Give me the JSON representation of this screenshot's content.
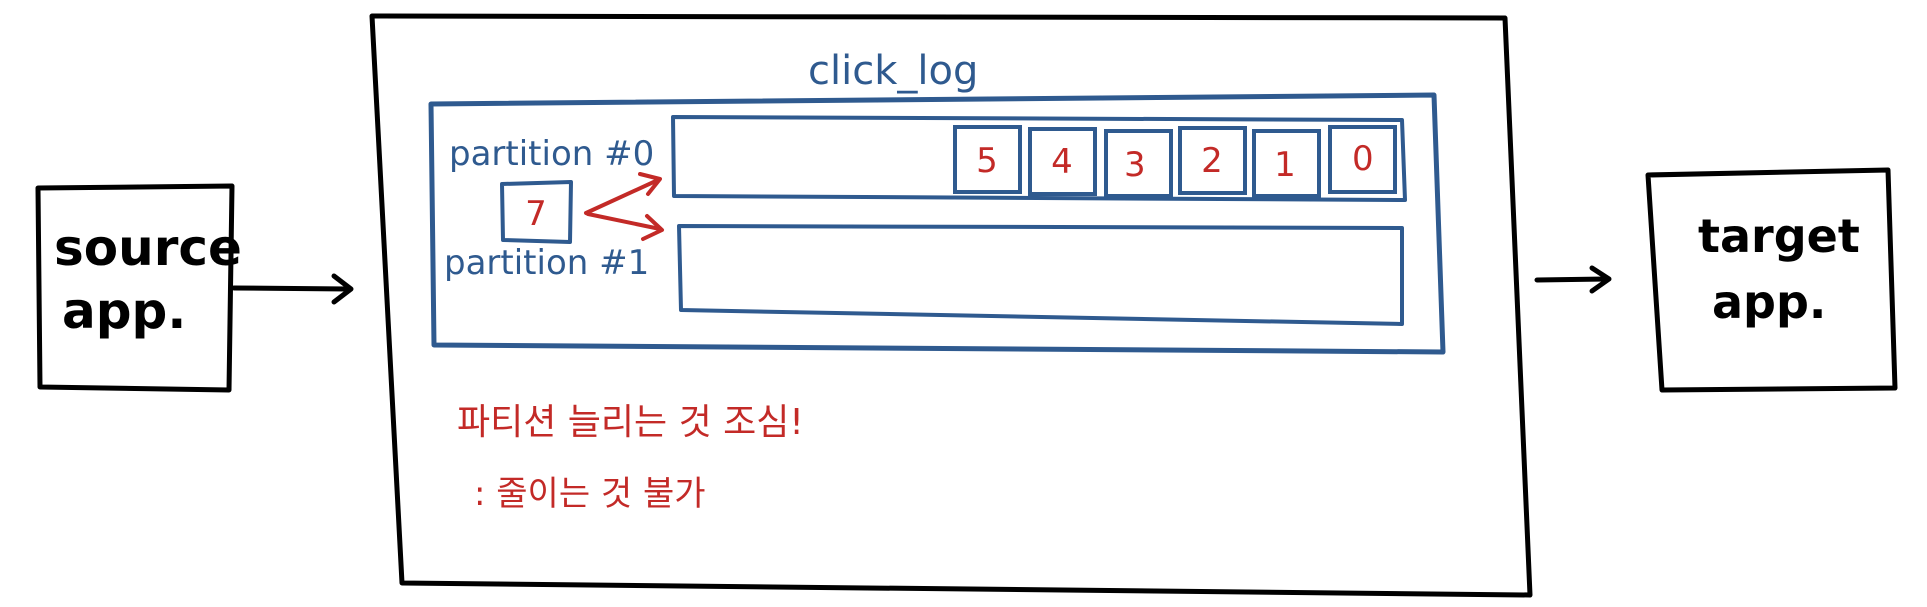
{
  "source_app": {
    "line1": "source",
    "line2": "app."
  },
  "target_app": {
    "line1": "target",
    "line2": "app."
  },
  "topic": {
    "name": "click_log"
  },
  "partitions": [
    {
      "label": "partition #0"
    },
    {
      "label": "partition #1"
    }
  ],
  "offsets": [
    "5",
    "4",
    "3",
    "2",
    "1",
    "0"
  ],
  "new_message": "7",
  "notes": {
    "warning": "파티션 늘리는 것 조심!",
    "detail": ": 줄이는 것 불가"
  },
  "colors": {
    "black": "#000000",
    "blue": "#2f5a8f",
    "red": "#c32a27"
  }
}
